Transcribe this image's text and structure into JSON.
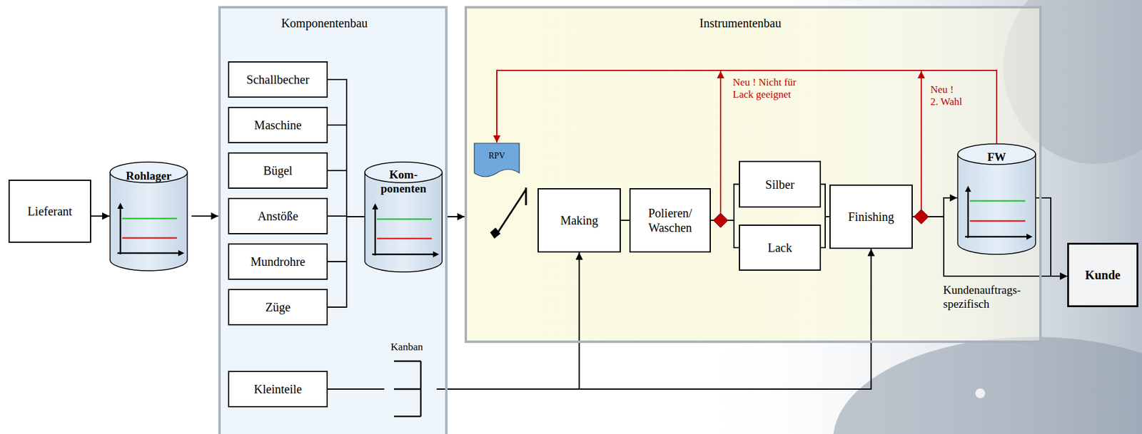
{
  "diagram": {
    "nodes": [
      {
        "text": [
          "Lieferant"
        ]
      },
      {
        "text": [
          "Rohlager"
        ]
      },
      {
        "text": [
          "Komponentenbau"
        ]
      },
      {
        "text": [
          "Schallbecher"
        ],
        "in": 2
      },
      {
        "text": [
          "Maschine"
        ],
        "in": 2
      },
      {
        "text": [
          "Bügel"
        ],
        "in": 2
      },
      {
        "text": [
          "Anstöße"
        ],
        "in": 2
      },
      {
        "text": [
          "Mundrohre"
        ],
        "in": 2
      },
      {
        "text": [
          "Züge"
        ],
        "in": 2
      },
      {
        "text": [
          "Kom- ponenten"
        ],
        "in": 2
      },
      {
        "text": [
          "Kleinteile"
        ],
        "in": 2
      },
      {
        "text": [
          "Instrumentenbau"
        ]
      },
      {
        "text": [
          "RPV"
        ],
        "in": 11
      },
      {
        "text": [
          "Making"
        ],
        "in": 11
      },
      {
        "text": [
          "Polieren/ Waschen"
        ],
        "in": 11
      },
      {
        "text": [
          "Silber"
        ],
        "in": 11
      },
      {
        "text": [
          "Lack"
        ],
        "in": 11
      },
      {
        "text": [
          "Finishing"
        ],
        "in": 11
      },
      {
        "text": [
          "FW"
        ],
        "in": 11
      },
      {
        "text": [
          "Kunde"
        ]
      }
    ],
    "edges": [
      {
        "from": 0,
        "to": 1,
        "arrow": "to"
      },
      {
        "from": 1,
        "to": 2,
        "arrow": "to"
      },
      {
        "from": 3,
        "to": 9,
        "arrow": "none"
      },
      {
        "from": 4,
        "to": 9,
        "arrow": "none"
      },
      {
        "from": 5,
        "to": 9,
        "arrow": "none"
      },
      {
        "from": 6,
        "to": 9,
        "arrow": "none"
      },
      {
        "from": 7,
        "to": 9,
        "arrow": "none"
      },
      {
        "from": 8,
        "to": 9,
        "arrow": "none"
      },
      {
        "from": 9,
        "to": 11,
        "arrow": "to"
      },
      {
        "from": 10,
        "to": 13,
        "arrow": "to"
      },
      {
        "from": 10,
        "to": 17,
        "arrow": "to"
      },
      {
        "from": 13,
        "to": 14,
        "arrow": "none"
      },
      {
        "from": 14,
        "to": 15,
        "arrow": "none"
      },
      {
        "from": 14,
        "to": 16,
        "arrow": "none"
      },
      {
        "from": 15,
        "to": 17,
        "arrow": "none"
      },
      {
        "from": 16,
        "to": 17,
        "arrow": "none"
      },
      {
        "from": 17,
        "to": 18,
        "arrow": "to"
      },
      {
        "from": 17,
        "to": 19,
        "arrow": "to"
      },
      {
        "from": 18,
        "to": 19,
        "arrow": "to"
      },
      {
        "from": 18,
        "to": 12,
        "arrow": "to"
      }
    ],
    "labels": [
      "Kanban",
      "Neu ! Nicht für Lack geeignet",
      "Neu ! 2. Wahl",
      "Kundenauftrags- spezifisch"
    ]
  }
}
